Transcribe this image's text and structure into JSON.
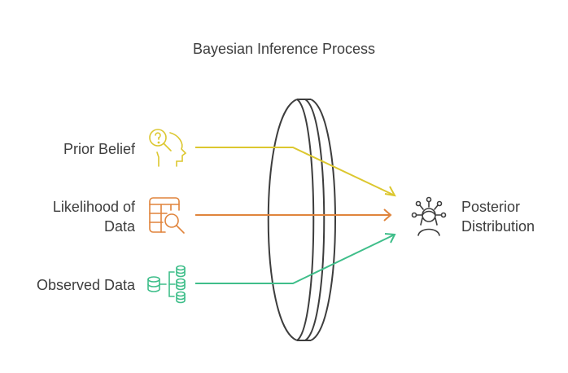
{
  "title": "Bayesian Inference Process",
  "inputs": [
    {
      "label": "Prior Belief",
      "icon": "head-question-icon",
      "color": "#dcc72f"
    },
    {
      "label_line1": "Likelihood of",
      "label_line2": "Data",
      "icon": "table-search-icon",
      "color": "#e0843c"
    },
    {
      "label": "Observed Data",
      "icon": "database-tree-icon",
      "color": "#3fbe8a"
    }
  ],
  "output": {
    "label_line1": "Posterior",
    "label_line2": "Distribution",
    "icon": "person-network-icon",
    "color": "#3d3d3d"
  },
  "lens": {
    "name": "lens",
    "color": "#3d3d3d"
  }
}
